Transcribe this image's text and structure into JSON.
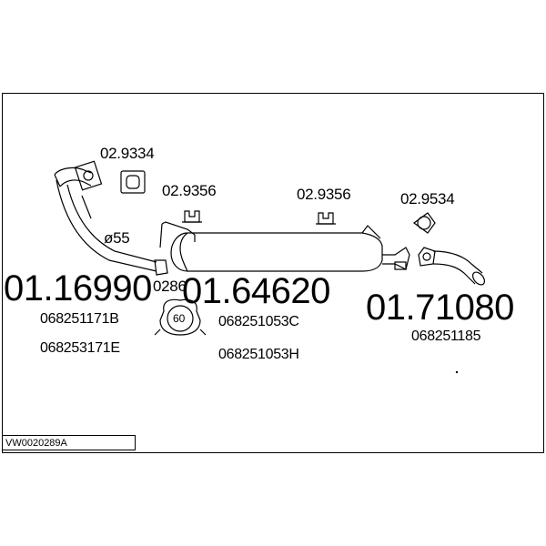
{
  "diagram": {
    "reference_code": "VW0020289A",
    "diameter_label": "ø55",
    "part_numbers": {
      "front_pipe": "01.16990",
      "middle_silencer": "01.64620",
      "rear_pipe": "01.71080"
    },
    "oem_numbers": {
      "front_pipe": [
        "068251171B",
        "068253171E"
      ],
      "middle_silencer": [
        "068251053C",
        "068251053H"
      ],
      "rear_pipe": [
        "068251185"
      ]
    },
    "accessories": {
      "gasket_front": "02.9334",
      "clamp_left": "02.9356",
      "clamp_right": "02.9356",
      "gasket_rear": "02.9534",
      "ring_partial": "0286",
      "ring_size": "60"
    },
    "colors": {
      "line": "#000000",
      "background": "#ffffff"
    }
  }
}
